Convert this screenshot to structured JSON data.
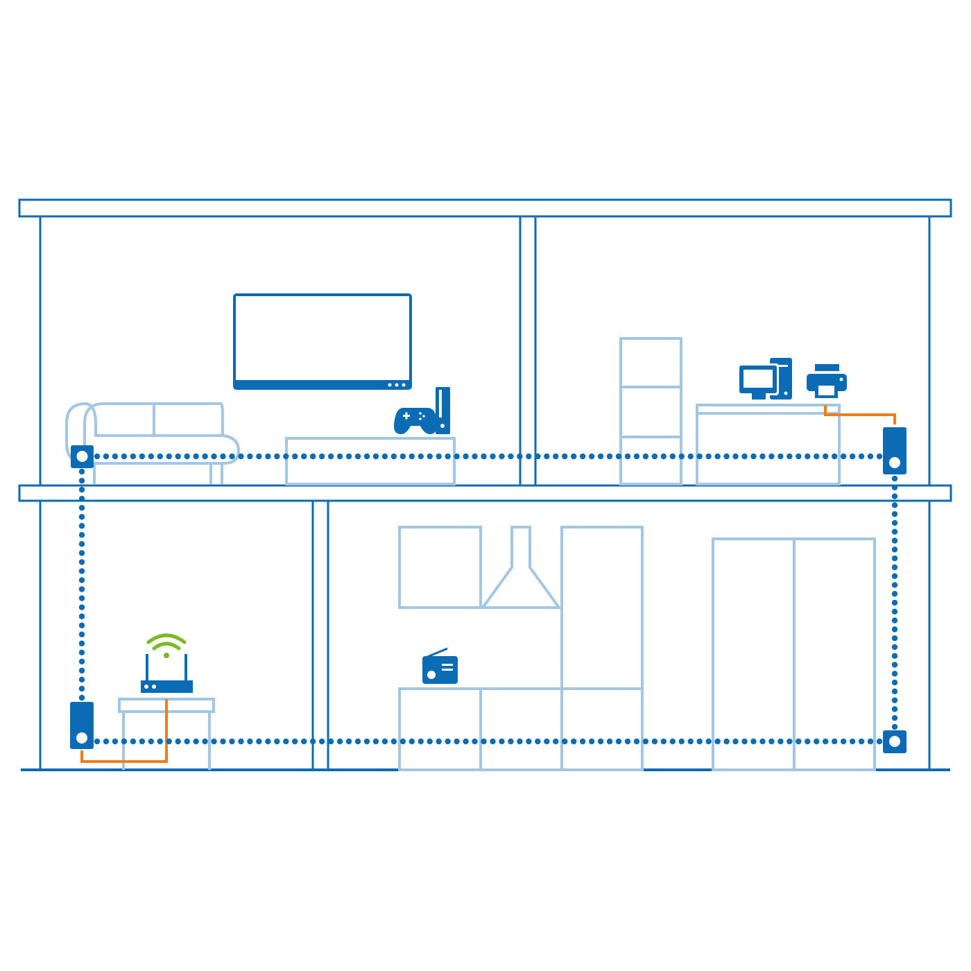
{
  "colors": {
    "structure": "#0b6cb5",
    "furniture": "#a3c7e3",
    "ethernet": "#f07d1c",
    "wifi": "#7ab929",
    "background": "#ffffff"
  },
  "rooms": [
    "living-room",
    "office",
    "hallway",
    "kitchen"
  ],
  "devices": [
    {
      "icon": "powerline-adapter-icon",
      "room": "living-room"
    },
    {
      "icon": "powerline-adapter-icon",
      "room": "office"
    },
    {
      "icon": "powerline-adapter-icon",
      "room": "hallway"
    },
    {
      "icon": "powerline-adapter-icon",
      "room": "kitchen"
    },
    {
      "icon": "tv-icon",
      "room": "living-room"
    },
    {
      "icon": "game-console-icon",
      "room": "living-room"
    },
    {
      "icon": "desktop-computer-icon",
      "room": "office"
    },
    {
      "icon": "printer-icon",
      "room": "office"
    },
    {
      "icon": "wifi-router-icon",
      "room": "hallway"
    },
    {
      "icon": "radio-icon",
      "room": "kitchen"
    }
  ]
}
